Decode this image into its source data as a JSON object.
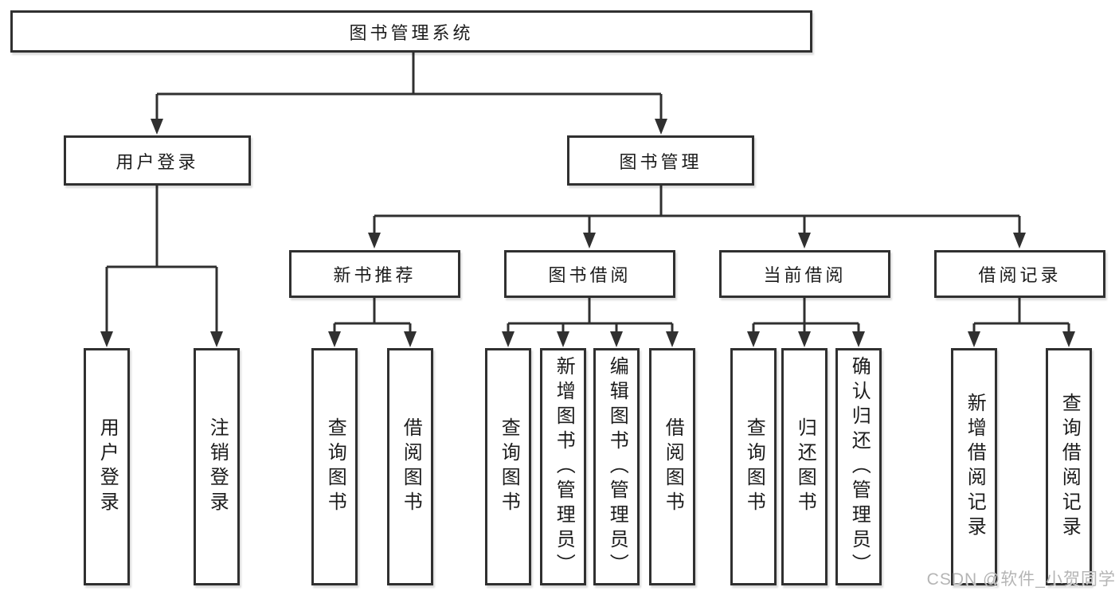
{
  "diagram": {
    "root": {
      "label": "图书管理系统"
    },
    "branches": [
      {
        "label": "用户登录",
        "children": [
          {
            "label": "用户登录"
          },
          {
            "label": "注销登录"
          }
        ]
      },
      {
        "label": "图书管理",
        "children": [
          {
            "label": "新书推荐",
            "children": [
              {
                "label": "查询图书"
              },
              {
                "label": "借阅图书"
              }
            ]
          },
          {
            "label": "图书借阅",
            "children": [
              {
                "label": "查询图书"
              },
              {
                "label": "新增图书（管理员）"
              },
              {
                "label": "编辑图书（管理员）"
              },
              {
                "label": "借阅图书"
              }
            ]
          },
          {
            "label": "当前借阅",
            "children": [
              {
                "label": "查询图书"
              },
              {
                "label": "归还图书"
              },
              {
                "label": "确认归还（管理员）"
              }
            ]
          },
          {
            "label": "借阅记录",
            "children": [
              {
                "label": "新增借阅记录"
              },
              {
                "label": "查询借阅记录"
              }
            ]
          }
        ]
      }
    ]
  },
  "watermark": {
    "text": "CSDN @软件_小贺同学"
  },
  "colors": {
    "line": "#303030",
    "text": "#1c1c1c",
    "watermark": "#b5b5b5",
    "background": "#ffffff"
  }
}
